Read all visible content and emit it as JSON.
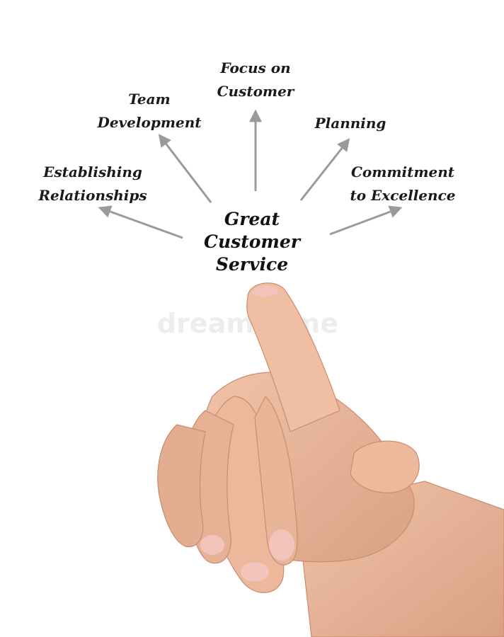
{
  "center": {
    "line1": "Great",
    "line2": "Customer",
    "line3": "Service"
  },
  "nodes": [
    {
      "id": "establishing-relationships",
      "line1": "Establishing",
      "line2": "Relationships"
    },
    {
      "id": "team-development",
      "line1": "Team",
      "line2": "Development"
    },
    {
      "id": "focus-on-customer",
      "line1": "Focus on",
      "line2": "Customer"
    },
    {
      "id": "planning",
      "line1": "Planning",
      "line2": ""
    },
    {
      "id": "commitment-to-excellence",
      "line1": "Commitment",
      "line2": "to Excellence"
    }
  ],
  "colors": {
    "arrow": "#9a9a9a",
    "text": "#1a1a1a",
    "skin": "#e8b598",
    "skin_shadow": "#c98c6f",
    "nail": "#f2c4bb",
    "background": "#ffffff"
  },
  "image": {
    "subject": "hand-pointing-icon",
    "watermark": "dreamstime"
  }
}
